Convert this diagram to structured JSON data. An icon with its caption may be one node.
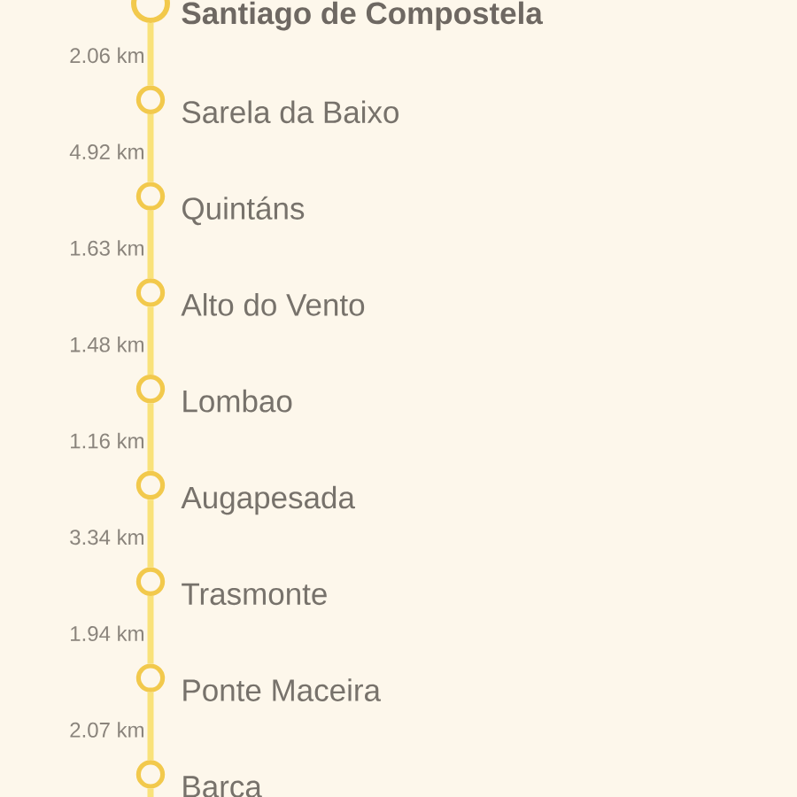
{
  "diagram": {
    "nodes": [
      {
        "text": [
          "Santiago de Compostela"
        ]
      },
      {
        "text": [
          "Sarela da Baixo"
        ]
      },
      {
        "text": [
          "Quintáns"
        ]
      },
      {
        "text": [
          "Alto do Vento"
        ]
      },
      {
        "text": [
          "Lombao"
        ]
      },
      {
        "text": [
          "Augapesada"
        ]
      },
      {
        "text": [
          "Trasmonte"
        ]
      },
      {
        "text": [
          "Ponte Maceira"
        ]
      },
      {
        "text": [
          "Barca"
        ]
      }
    ],
    "edges": [
      {
        "from": 0,
        "to": 1,
        "arrow": "none",
        "label": "2.06 km"
      },
      {
        "from": 1,
        "to": 2,
        "arrow": "none",
        "label": "4.92 km"
      },
      {
        "from": 2,
        "to": 3,
        "arrow": "none",
        "label": "1.63 km"
      },
      {
        "from": 3,
        "to": 4,
        "arrow": "none",
        "label": "1.48 km"
      },
      {
        "from": 4,
        "to": 5,
        "arrow": "none",
        "label": "1.16 km"
      },
      {
        "from": 5,
        "to": 6,
        "arrow": "none",
        "label": "3.34 km"
      },
      {
        "from": 6,
        "to": 7,
        "arrow": "none",
        "label": "1.94 km"
      },
      {
        "from": 7,
        "to": 8,
        "arrow": "none",
        "label": "2.07 km"
      },
      {
        "from": 8,
        "to": null,
        "arrow": "none"
      }
    ]
  }
}
